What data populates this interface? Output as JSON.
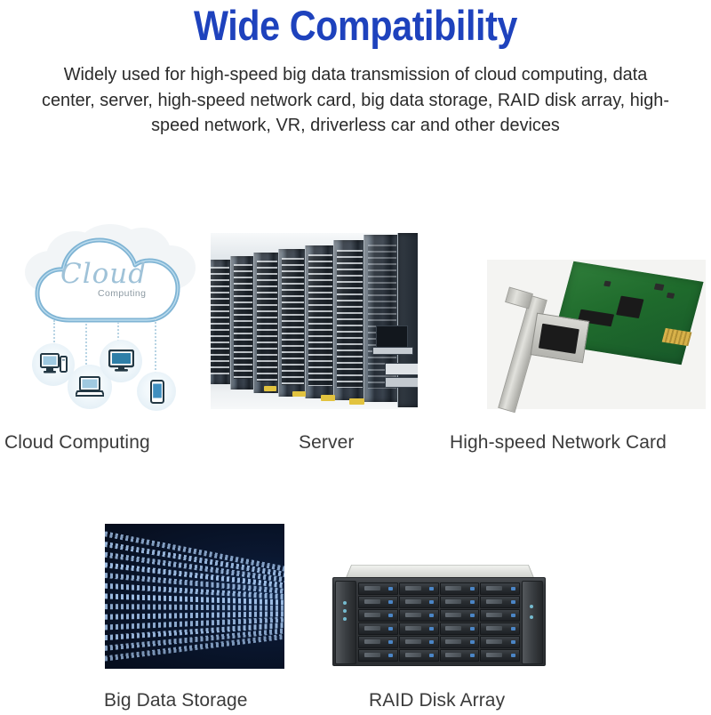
{
  "header": {
    "title": "Wide Compatibility",
    "title_color": "#1e42bd",
    "description": "Widely used for high-speed big data transmission of cloud computing, data center, server, high-speed network card, big data storage, RAID disk array, high-speed network, VR, driverless car and other devices"
  },
  "rows": [
    {
      "items": [
        {
          "caption": "Cloud Computing",
          "image": "cloud-computing-illustration",
          "labels": {
            "script": "Cloud",
            "sub": "Computing"
          },
          "devices": [
            "desktop-computer",
            "laptop",
            "monitor",
            "smartphone"
          ]
        },
        {
          "caption": "Server",
          "image": "data-center-server-racks-photo"
        },
        {
          "caption": "High-speed Network Card",
          "image": "pcie-network-interface-card-photo"
        }
      ]
    },
    {
      "items": [
        {
          "caption": "Big Data Storage",
          "image": "streaming-code-data-photo"
        },
        {
          "caption": "RAID Disk Array",
          "image": "rackmount-raid-chassis-photo",
          "bay_columns": 4,
          "bay_rows": 6
        }
      ]
    }
  ],
  "captions": {
    "cloud_computing": "Cloud Computing",
    "server": "Server",
    "network_card": "High-speed Network Card",
    "big_data": "Big Data Storage",
    "raid": "RAID Disk Array"
  },
  "colors": {
    "title_blue": "#1e42bd",
    "body_text": "#2b2b2b",
    "caption_text": "#3b3b3b",
    "cloud_outline": "#7fb4d4",
    "pcb_green": "#1f6b2c",
    "bigdata_navy": "#0a1730",
    "background": "#ffffff"
  }
}
